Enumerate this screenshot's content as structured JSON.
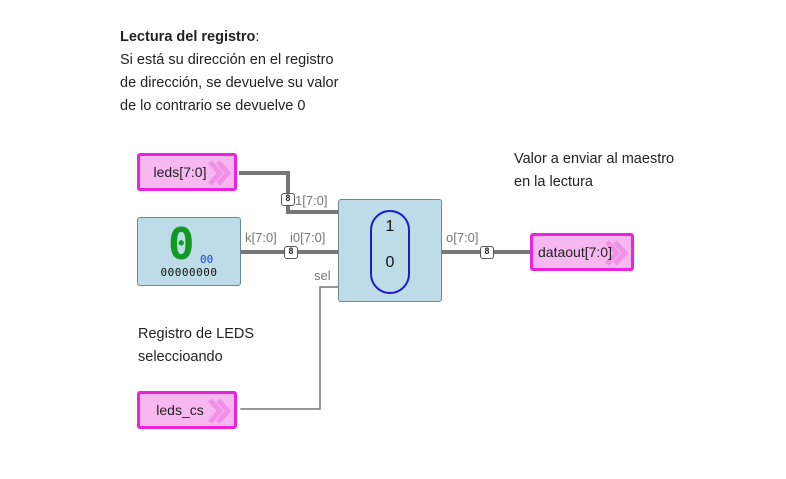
{
  "header_note": {
    "title": "Lectura del registro",
    "title_suffix": ":",
    "lines": [
      "Si está su dirección en el registro",
      "de dirección, se devuelve su valor",
      "de lo contrario se devuelve 0"
    ]
  },
  "maestro_note": {
    "lines": [
      "Valor a enviar al maestro",
      "en la lectura"
    ]
  },
  "leds_note": {
    "lines": [
      "Registro de LEDS",
      "seleccioando"
    ]
  },
  "inputs": {
    "leds": "leds[7:0]",
    "leds_cs": "leds_cs"
  },
  "output": {
    "dataout": "dataout[7:0]"
  },
  "constant": {
    "value": "0",
    "hex": "00",
    "binary": "00000000",
    "port_label": "k[7:0]"
  },
  "mux": {
    "label_in1": "1",
    "label_in0": "0",
    "port_i1": "1[7:0]",
    "port_i0": "i0[7:0]",
    "port_o": "o[7:0]",
    "port_sel": "sel"
  },
  "bus_widths": {
    "w1": "8",
    "w0": "8",
    "wout": "8"
  },
  "colors": {
    "pin_border": "#ee22dd",
    "pin_fill": "#f7b8f1",
    "block_fill": "#bddce8",
    "constant_digit": "#119922",
    "constant_hex": "#1144dd",
    "mux_outline": "#1a1acc",
    "bus_wire": "#777777"
  }
}
